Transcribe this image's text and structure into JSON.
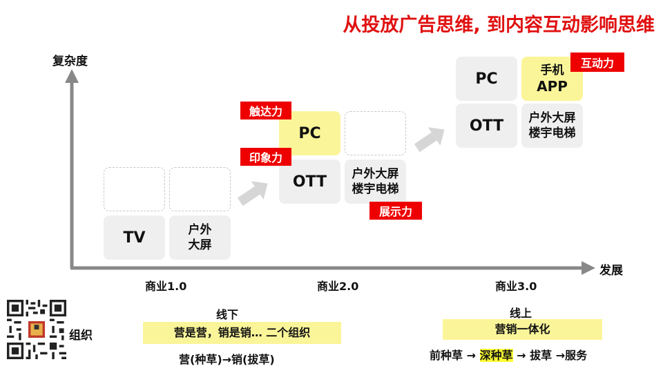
{
  "title": "从投放广告思维, 到内容互动影响思维",
  "axes": {
    "y_label": "复杂度",
    "x_label": "发展"
  },
  "stages": [
    "商业1.0",
    "商业2.0",
    "商业3.0"
  ],
  "stage1": {
    "tv": "TV",
    "outdoor_line1": "户外",
    "outdoor_line2": "大屏"
  },
  "stage2": {
    "pc": "PC",
    "ott": "OTT",
    "outdoor_line1": "户外大屏",
    "outdoor_line2": "楼宇电梯",
    "tag_reach": "触达力",
    "tag_impression": "印象力",
    "tag_display": "展示力"
  },
  "stage3": {
    "pc": "PC",
    "app_line1": "手机",
    "app_line2": "APP",
    "ott": "OTT",
    "outdoor_line1": "户外大屏",
    "outdoor_line2": "楼宇电梯",
    "tag_interaction": "互动力"
  },
  "organization": {
    "label": "组织",
    "offline": {
      "heading": "线下",
      "highlight": "营是营，销是销… 二个组织",
      "flow": "营(种草)→销(拔草)"
    },
    "online": {
      "heading": "线上",
      "highlight": "营销一体化",
      "flow_before": "前种草 → ",
      "flow_mark": "深种草",
      "flow_after": " → 拔草 →服务"
    }
  },
  "colors": {
    "accent_red": "#e01010",
    "tag_red": "#ee0000",
    "highlight_yellow": "#fbf59a",
    "marker_yellow": "#ffff33",
    "box_gray": "#efefef",
    "axis_gray": "#888888"
  },
  "icons": {
    "qr": "qr-code-icon",
    "arrow": "arrow-right-icon"
  }
}
